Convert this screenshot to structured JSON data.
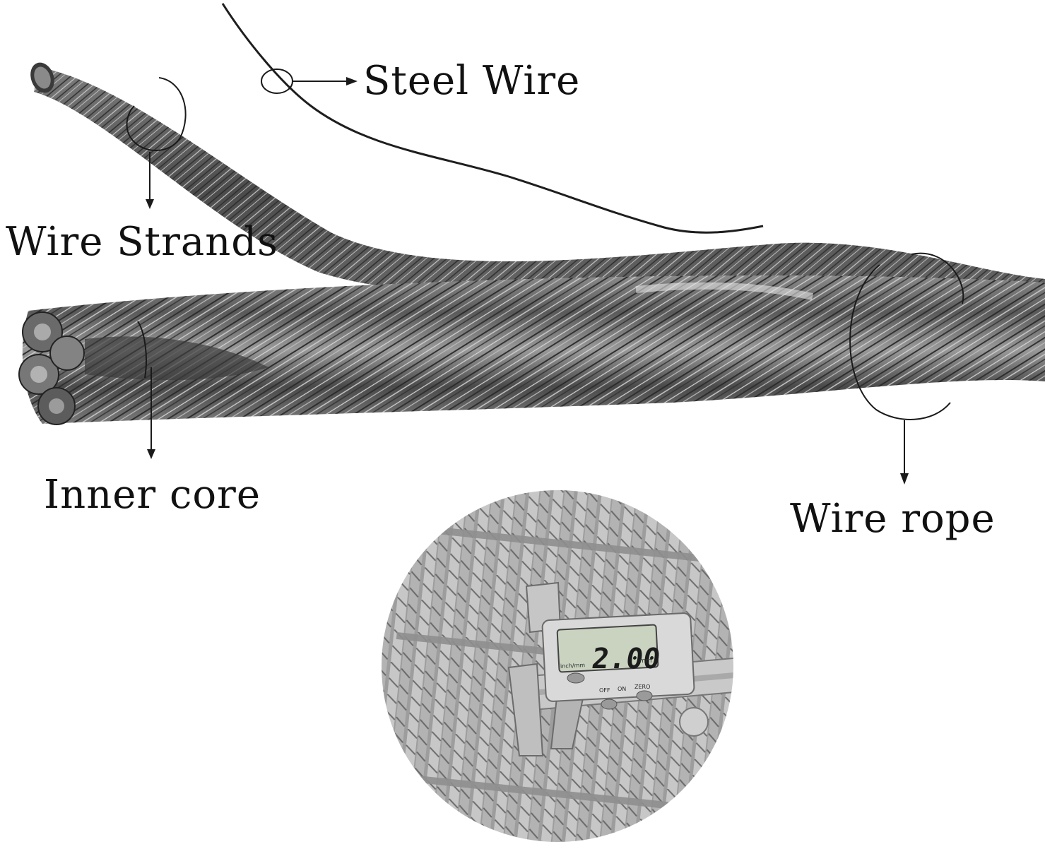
{
  "labels": {
    "steel_wire": "Steel Wire",
    "wire_strands": "Wire Strands",
    "inner_core": "Inner core",
    "wire_rope": "Wire rope"
  },
  "caliper": {
    "reading": "2.00",
    "unit": "mm",
    "buttons": [
      "inch/mm",
      "OFF",
      "ON",
      "ZERO"
    ]
  },
  "colors": {
    "background": "#ffffff",
    "rope_dark": "#2b2b2b",
    "rope_mid": "#6e6e6e",
    "rope_light": "#b9b9b9",
    "lcd": "#c9d3c0"
  }
}
